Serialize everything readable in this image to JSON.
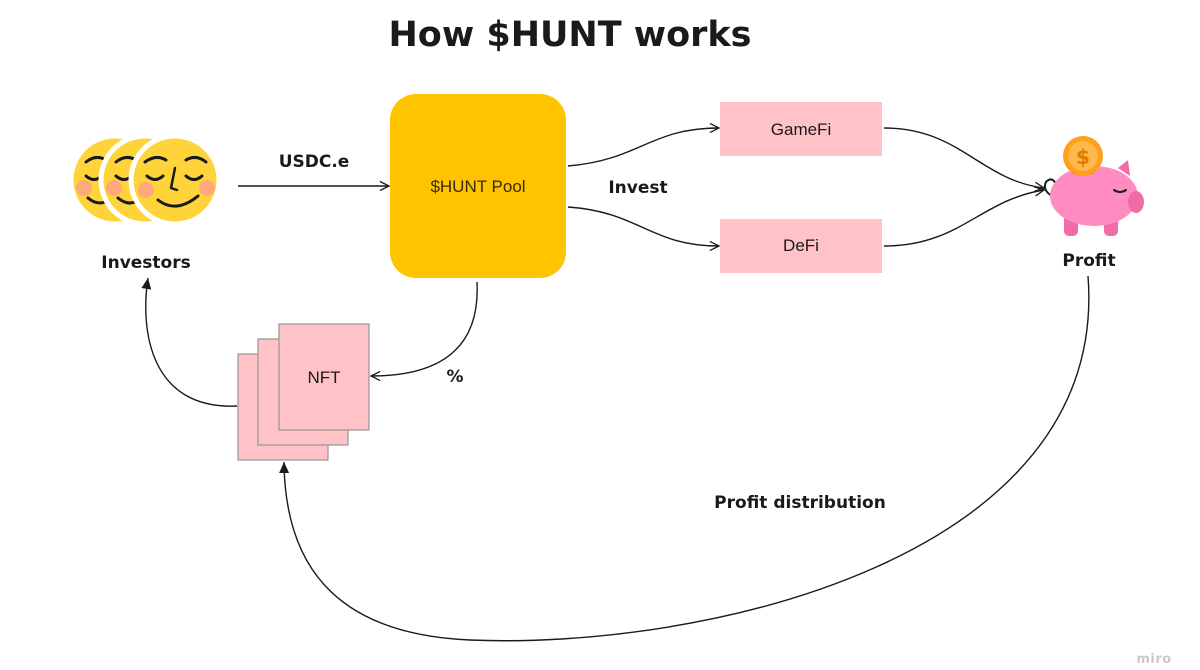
{
  "title": "How $HUNT works",
  "nodes": {
    "investors": {
      "label": "Investors",
      "icon": "smiling-faces-icon"
    },
    "pool": {
      "label": "$HUNT Pool",
      "color": "#FFC300"
    },
    "gamefi": {
      "label": "GameFi",
      "color": "#FFC2C7"
    },
    "defi": {
      "label": "DeFi",
      "color": "#FFC2C7"
    },
    "profit": {
      "label": "Profit",
      "icon": "piggy-bank-icon"
    },
    "nft": {
      "label": "NFT",
      "color": "#FFC2C7"
    }
  },
  "edges": {
    "investors_to_pool": "USDC.e",
    "pool_to_invest": "Invest",
    "pool_to_nft": "%",
    "profit_to_nft": "Profit distribution"
  },
  "coin_symbol": "$",
  "watermark": "miro"
}
